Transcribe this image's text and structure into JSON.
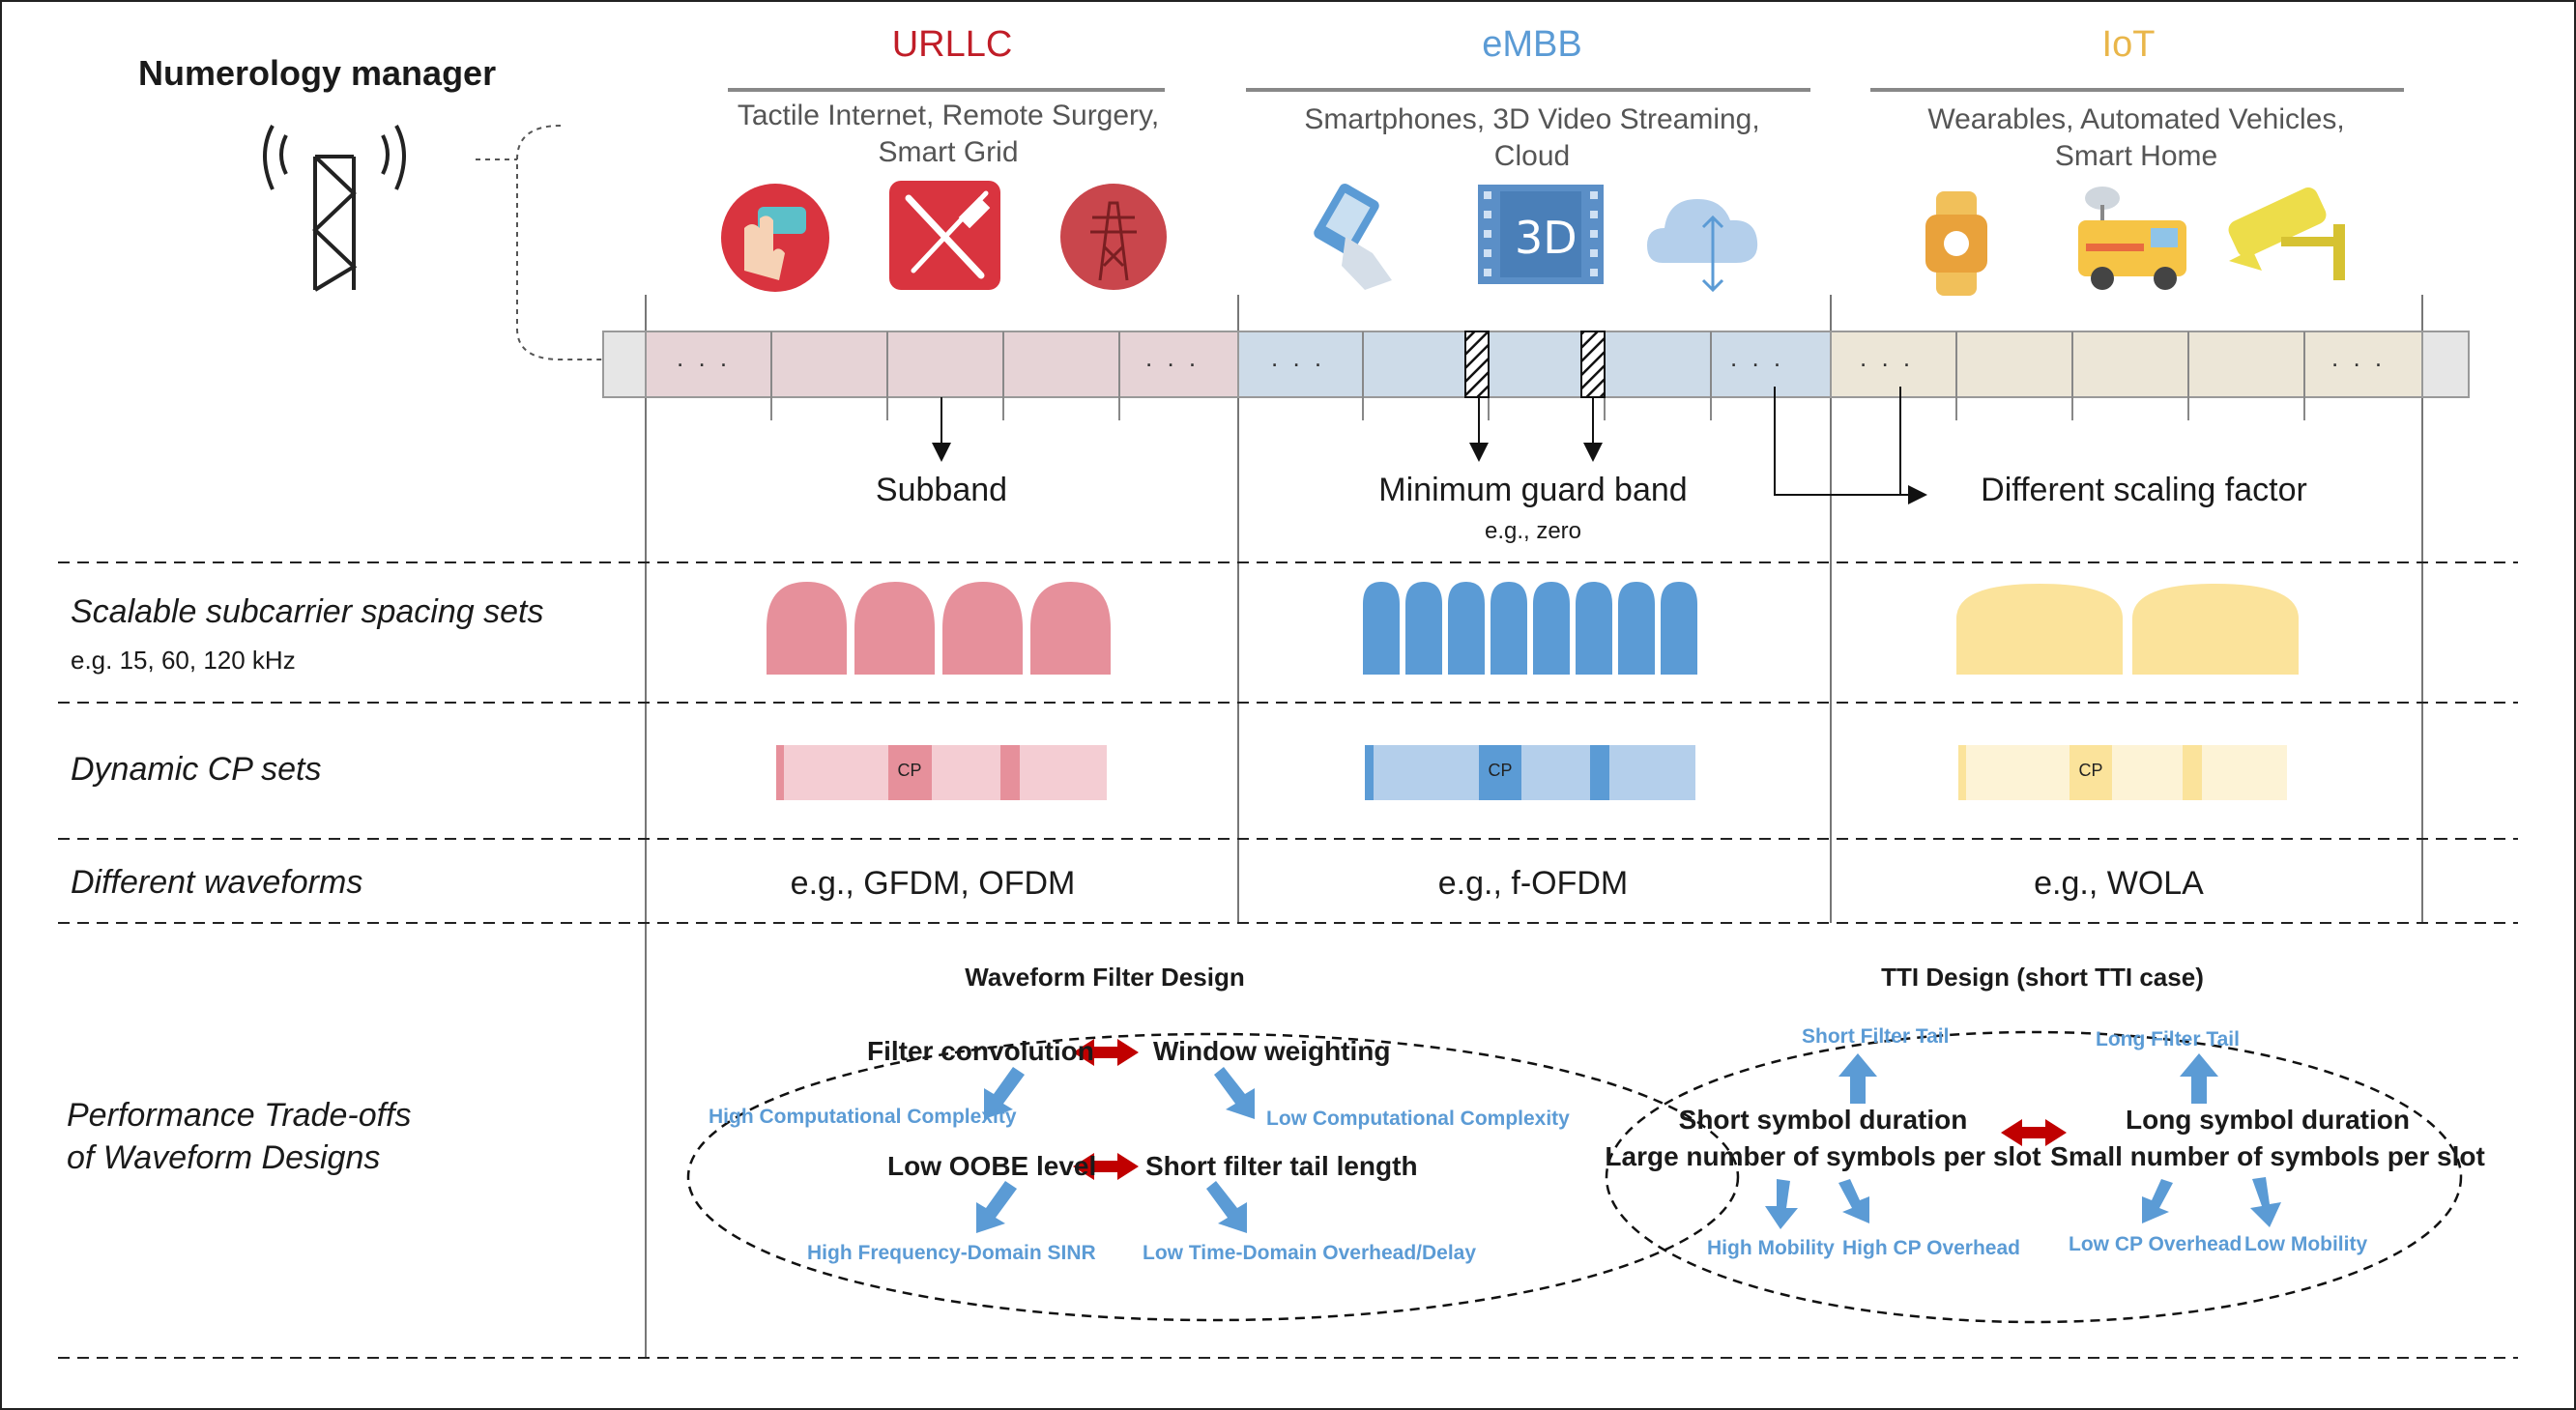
{
  "title": "Numerology manager",
  "columns": [
    {
      "key": "urllc",
      "name": "URLLC",
      "use_cases": [
        "Tactile Internet, Remote Surgery,",
        "Smart Grid"
      ],
      "color": "#c01d27",
      "icons": [
        "tactile-hand-icon",
        "surgery-tools-icon",
        "power-tower-icon"
      ]
    },
    {
      "key": "embb",
      "name": "eMBB",
      "use_cases": [
        "Smartphones, 3D Video Streaming,",
        "Cloud"
      ],
      "color": "#5b9bd5",
      "icons": [
        "smartphone-icon",
        "3d-film-icon",
        "cloud-icon"
      ]
    },
    {
      "key": "iot",
      "name": "IoT",
      "use_cases": [
        "Wearables, Automated  Vehicles,",
        "Smart Home"
      ],
      "color": "#e9b64a",
      "icons": [
        "smartwatch-icon",
        "satellite-van-icon",
        "security-camera-icon"
      ]
    }
  ],
  "icon_text_3d": "3D",
  "band": {
    "dots": ". . .",
    "annotations": {
      "subband": "Subband",
      "min_guard": "Minimum guard band",
      "min_guard_note": "e.g., zero",
      "scaling": "Different scaling factor"
    },
    "colors": {
      "urllc": "#e6d3d6",
      "embb": "#cddbe8",
      "iot": "#ece6d7",
      "edge": "#e6e6e6"
    }
  },
  "rows": {
    "subcarrier": {
      "label": "Scalable subcarrier spacing sets",
      "note": "e.g. 15, 60, 120 kHz"
    },
    "cp": {
      "label": "Dynamic CP sets",
      "cp_text": "CP"
    },
    "waveforms": {
      "label": "Different waveforms",
      "values": [
        "e.g., GFDM, OFDM",
        "e.g., f-OFDM",
        "e.g., WOLA"
      ]
    },
    "tradeoffs": {
      "label_line1": "Performance Trade-offs",
      "label_line2": "of Waveform Designs"
    }
  },
  "waveform_design": {
    "title": "Waveform Filter Design",
    "left_top": "Filter convolution",
    "right_top": "Window weighting",
    "left_bottom": "Low OOBE level",
    "right_bottom": "Short filter tail length",
    "notes": {
      "high_comp": "High Computational Complexity",
      "low_comp": "Low Computational Complexity",
      "high_sinr": "High Frequency-Domain  SINR",
      "low_overhead": "Low Time-Domain Overhead/Delay"
    }
  },
  "tti_design": {
    "title": "TTI Design (short TTI case)",
    "left_line1": "Short symbol duration",
    "left_line2": "Large number of symbols per slot",
    "right_line1": "Long symbol duration",
    "right_line2": "Small number of symbols per slot",
    "notes": {
      "short_tail": "Short Filter Tail",
      "long_tail": "Long Filter Tail",
      "high_mobility": "High Mobility",
      "high_cp": "High CP Overhead",
      "low_cp": "Low CP Overhead",
      "low_mobility": "Low Mobility"
    }
  },
  "palette": {
    "red_arrow": "#c00000",
    "blue_arrow": "#5b9bd5",
    "urllc_fill": "#e6909b",
    "embb_fill": "#5b9bd5",
    "iot_fill": "#fbe39b"
  }
}
